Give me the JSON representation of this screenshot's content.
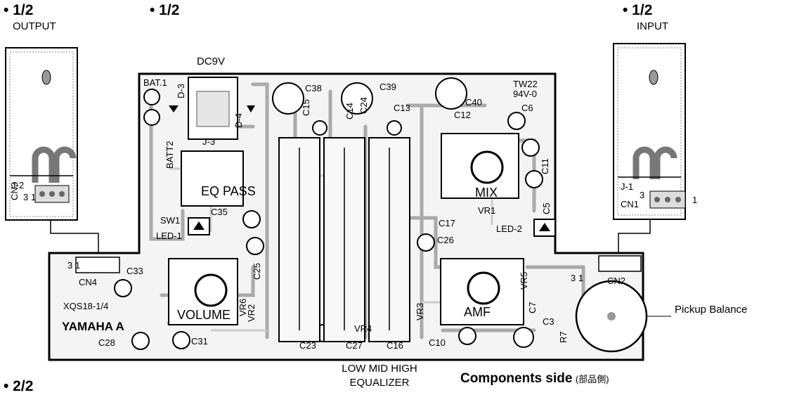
{
  "annotations": {
    "output_marker": "• 1/2",
    "output_label": "OUTPUT",
    "dc_marker": "• 1/2",
    "input_marker": "• 1/2",
    "input_label": "INPUT",
    "bottom_marker": "• 2/2"
  },
  "board": {
    "dc_label": "DC9V",
    "silk": {
      "bat": "BAT.1",
      "d3": "D-3",
      "d4": "D-4",
      "j3": "J-3",
      "bat2": "BATT2",
      "j2": "J-2",
      "cn3": "CN3",
      "j2_pins": "3        1",
      "j1": "J-1",
      "cn1": "CN1",
      "j1_pin3": "3",
      "j1_pin1": "1",
      "c38": "C38",
      "c14": "C14",
      "c39": "C39",
      "c24": "C24",
      "c13": "C13",
      "c15": "C15",
      "c40": "C40",
      "c12": "C12",
      "c6": "C6",
      "c11": "C11",
      "c5": "C5",
      "tw22": "TW22",
      "v94": "94V-0",
      "eq_pass": "EQ PASS",
      "sw1": "SW1",
      "led1": "LED-1",
      "c35": "C35",
      "mix": "MIX",
      "vr1": "VR1",
      "led2": "LED-2",
      "c17": "C17",
      "c26": "C26",
      "cn4": "CN4",
      "cn4_pins": "3       1",
      "c33": "C33",
      "xqs": "XQS18-1/4",
      "yamaha": "YAMAHA A",
      "c28": "C28",
      "c31": "C31",
      "volume": "VOLUME",
      "vr6": "VR6",
      "vr2": "VR2",
      "c25": "C25",
      "c23": "C23",
      "c27": "C27",
      "vr4": "VR4",
      "c16": "C16",
      "c10": "C10",
      "vr3": "VR3",
      "amf": "AMF",
      "vr5": "VR5",
      "c7": "C7",
      "c3": "C3",
      "r7": "R7",
      "cn2": "CN2",
      "cn2_pins": "3    1"
    }
  },
  "labels": {
    "pickup_balance": "Pickup Balance",
    "eq_line1": "LOW MID HIGH",
    "eq_line2": "EQUALIZER",
    "components_side": "Components side",
    "components_side_jp": "(部品側)"
  }
}
